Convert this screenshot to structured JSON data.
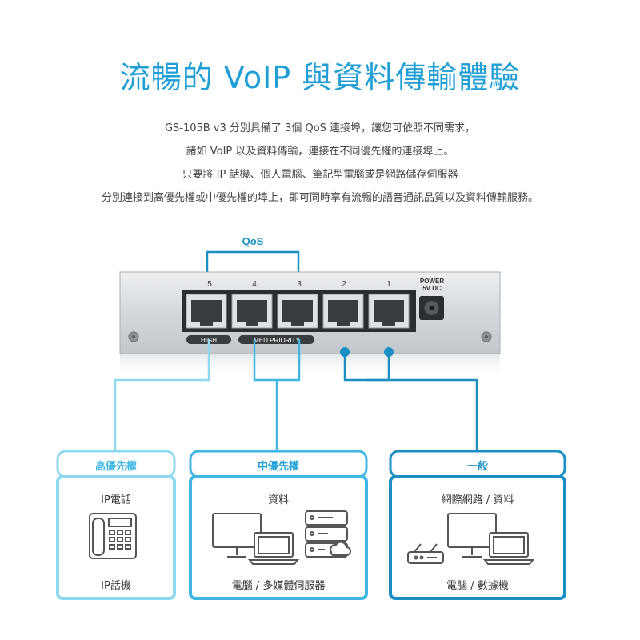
{
  "title": "流暢的 VoIP 與資料傳輸體驗",
  "description": [
    "GS-105B v3 分別具備了 3個 QoS 連接埠，讓您可依照不同需求，",
    "諸如 VoIP 以及資料傳輸，連接在不同優先權的連接埠上。",
    "只要將 IP 話機、個人電腦、筆記型電腦或是網路儲存伺服器",
    "分別連接到高優先權或中優先權的埠上，即可同時享有流暢的語音通訊品質以及資料傳輸服務。"
  ],
  "switch": {
    "qos_label": "QoS",
    "port_numbers": [
      "5",
      "4",
      "3",
      "2",
      "1"
    ],
    "power_label_1": "POWER",
    "power_label_2": "5V DC",
    "high_label": "HIGH",
    "med_label": "MED PRIORITY"
  },
  "groups": [
    {
      "header": "高優先權",
      "top_text": "IP電話",
      "bottom_text": "IP話機",
      "color": "#8fd8f0"
    },
    {
      "header": "中優先權",
      "top_text": "資料",
      "bottom_text": "電腦 / 多媒體伺服器",
      "color": "#3fb6e4"
    },
    {
      "header": "一般",
      "top_text": "網際網路 / 資料",
      "bottom_text": "電腦 / 數據機",
      "color": "#1b8fc4"
    }
  ]
}
